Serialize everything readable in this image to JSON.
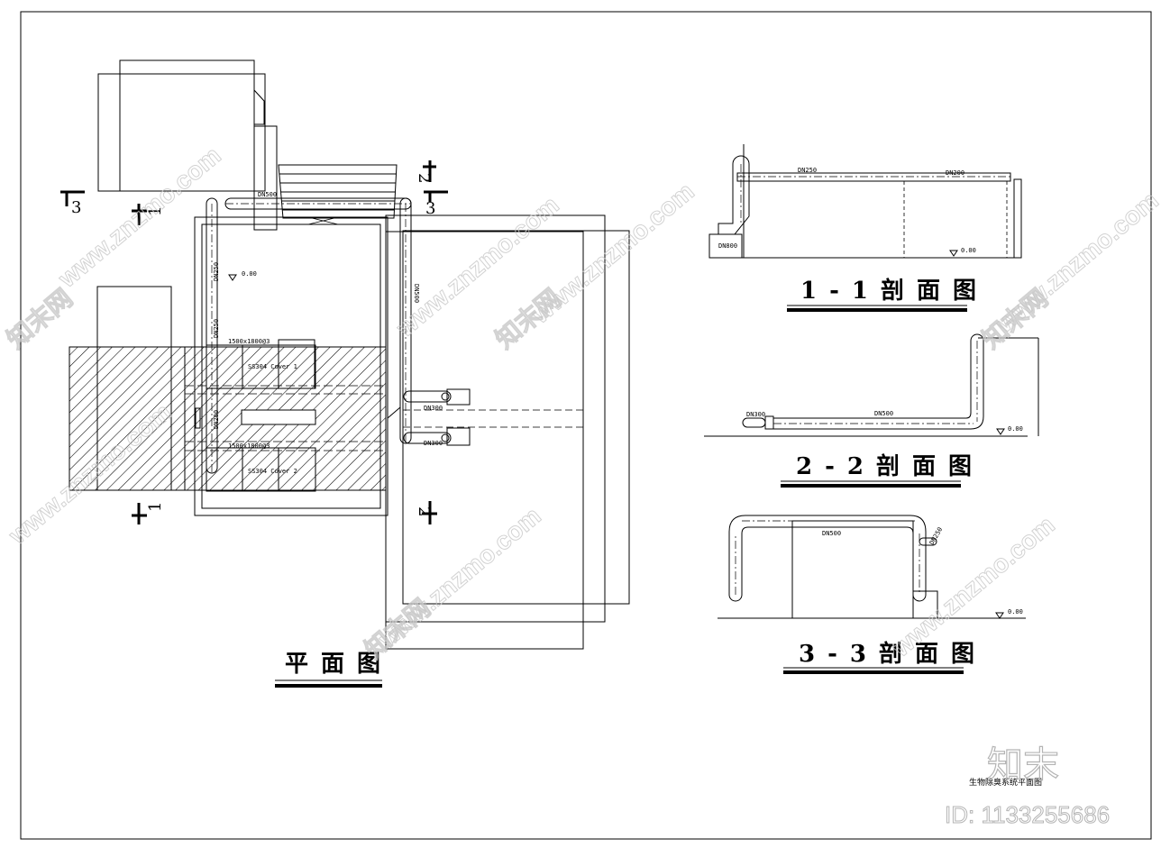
{
  "titles": {
    "plan": "平面图",
    "section_1": "1-1剖面图",
    "section_2": "2-2剖面图",
    "section_3": "3-3剖面图"
  },
  "plan_labels": {
    "dn500_top": "DN500",
    "dn250_a": "DN250",
    "dn250_b": "DN250",
    "dn200": "DN200",
    "dn500_right": "DN500",
    "dn300_a": "DN300",
    "dn300_b": "DN300",
    "elev": "0.00",
    "box_a": "1500x1800@3",
    "box_b": "1500x1800@3",
    "unit_a": "SS304 Cover 1",
    "unit_b": "SS304 Cover 2"
  },
  "section_marks": {
    "m1_top": "1",
    "m1_bottom": "1",
    "m2_top": "2",
    "m2_bottom": "2",
    "m3_left": "3",
    "m3_right": "3"
  },
  "s1_labels": {
    "dn250": "DN250",
    "dn200": "DN200",
    "dn800": "DN800",
    "elev": "0.00"
  },
  "s2_labels": {
    "dn300": "DN300",
    "dn500": "DN500",
    "elev": "0.00"
  },
  "s3_labels": {
    "dn500": "DN500",
    "dn250": "DN250",
    "elev": "0.00"
  },
  "caption": "生物除臭系统平面图",
  "watermark": {
    "site": "www.znzmo.com",
    "brand": "知末网",
    "logo": "知末",
    "id": "ID: 1133255686"
  }
}
